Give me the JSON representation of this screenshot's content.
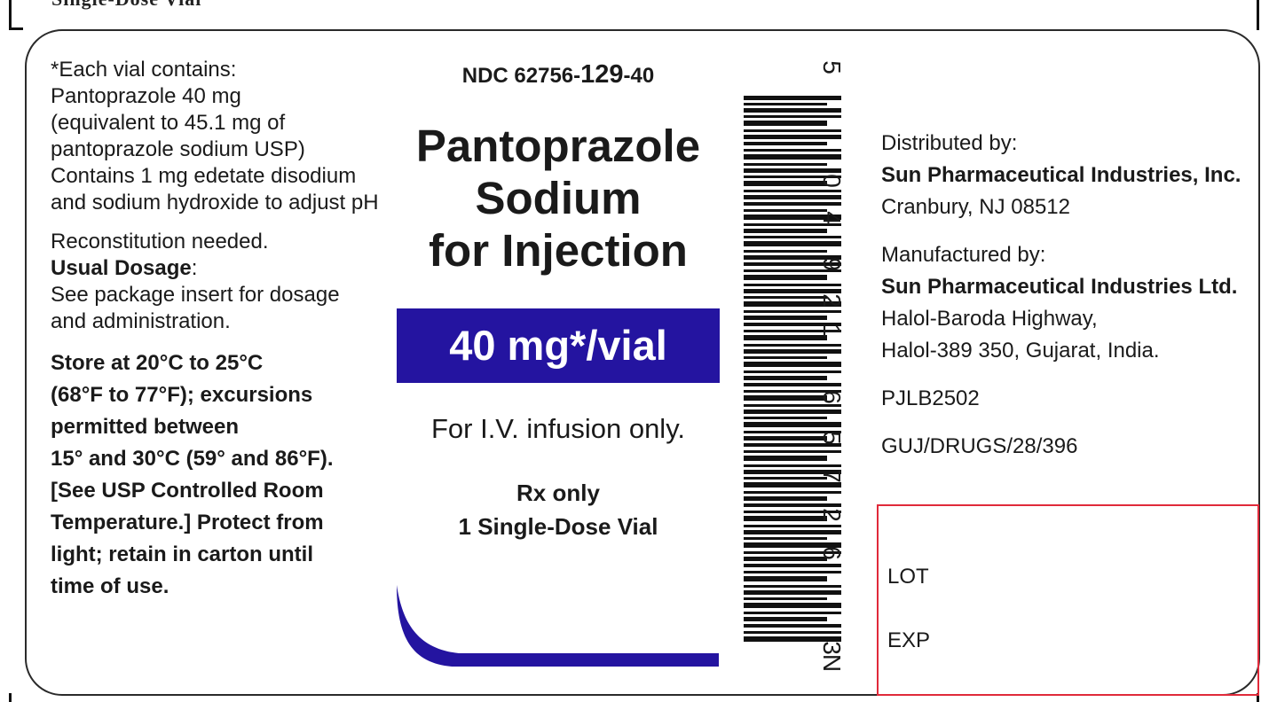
{
  "top_cut_text": "Single-Dose Vial",
  "left": {
    "composition": [
      "*Each vial contains:",
      "Pantoprazole 40 mg",
      "(equivalent to 45.1 mg of",
      "pantoprazole sodium USP)",
      "Contains 1 mg edetate disodium",
      "and sodium hydroxide to adjust pH"
    ],
    "reconstitution": "Reconstitution needed.",
    "usual_dosage_label": "Usual Dosage",
    "usual_dosage_colon": ":",
    "dosage_text": [
      "See package insert for dosage",
      "and administration."
    ],
    "storage": [
      "Store at 20°C to 25°C",
      "(68°F to 77°F); excursions",
      "permitted between",
      "15° and 30°C (59° and 86°F).",
      "[See USP Controlled Room",
      "Temperature.]  Protect from",
      "light; retain in carton until",
      "time of use."
    ]
  },
  "center": {
    "ndc_prefix": "NDC 62756-",
    "ndc_product": "129",
    "ndc_suffix": "-40",
    "title_lines": [
      "Pantoprazole",
      "Sodium",
      "for Injection"
    ],
    "strength": "40 mg*/vial",
    "route": "For I.V. infusion only.",
    "rx_lines": [
      "Rx only",
      "1 Single-Dose Vial"
    ],
    "band_color": "#2414a0"
  },
  "barcode": {
    "digits": [
      "5",
      "0",
      "4",
      "9",
      "2",
      "1",
      "6",
      "5",
      "7",
      "2",
      "6",
      "3",
      "N"
    ]
  },
  "right": {
    "distributed_label": "Distributed by:",
    "distributor_name": "Sun Pharmaceutical Industries, Inc.",
    "distributor_address": "Cranbury, NJ 08512",
    "manufactured_label": "Manufactured by:",
    "manufacturer_name": "Sun Pharmaceutical Industries Ltd.",
    "manufacturer_address_1": "Halol-Baroda Highway,",
    "manufacturer_address_2": "Halol-389 350, Gujarat, India.",
    "code": "PJLB2502",
    "license": "GUJ/DRUGS/28/396",
    "lot_label": "LOT",
    "exp_label": "EXP",
    "box_color": "#e02a3a"
  }
}
